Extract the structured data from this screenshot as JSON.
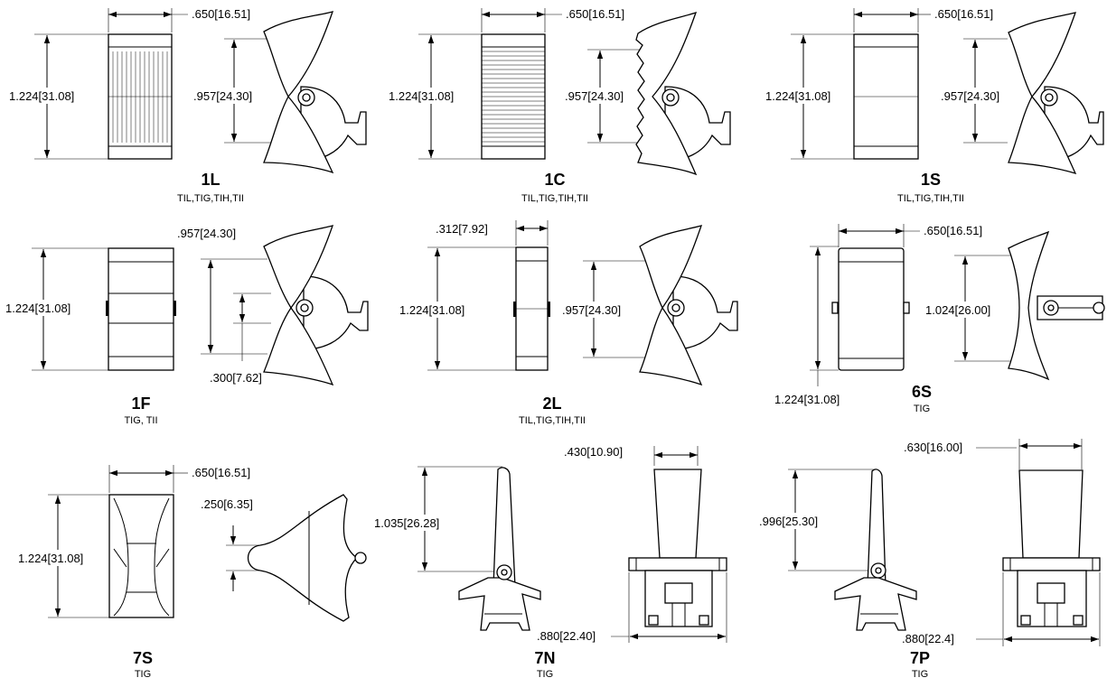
{
  "parts": [
    {
      "model": "1L",
      "series": "TIL,TIG,TIH,TII",
      "dims": [
        ".650[16.51]",
        "1.224[31.08]",
        ".957[24.30]"
      ]
    },
    {
      "model": "1C",
      "series": "TIL,TIG,TIH,TII",
      "dims": [
        ".650[16.51]",
        "1.224[31.08]",
        ".957[24.30]"
      ]
    },
    {
      "model": "1S",
      "series": "TIL,TIG,TIH,TII",
      "dims": [
        ".650[16.51]",
        "1.224[31.08]",
        ".957[24.30]"
      ]
    },
    {
      "model": "1F",
      "series": "TIG, TII",
      "dims": [
        ".957[24.30]",
        "1.224[31.08]",
        ".300[7.62]"
      ]
    },
    {
      "model": "2L",
      "series": "TIL,TIG,TIH,TII",
      "dims": [
        ".312[7.92]",
        "1.224[31.08]",
        ".957[24.30]"
      ]
    },
    {
      "model": "6S",
      "series": "TIG",
      "dims": [
        ".650[16.51]",
        "1.224[31.08]",
        "1.024[26.00]"
      ]
    },
    {
      "model": "7S",
      "series": "TIG",
      "dims": [
        ".650[16.51]",
        "1.224[31.08]",
        ".250[6.35]"
      ]
    },
    {
      "model": "7N",
      "series": "TIG",
      "dims": [
        ".430[10.90]",
        "1.035[26.28]",
        ".880[22.40]"
      ]
    },
    {
      "model": "7P",
      "series": "TIG",
      "dims": [
        ".630[16.00]",
        ".996[25.30]",
        ".880[22.4]"
      ]
    }
  ]
}
